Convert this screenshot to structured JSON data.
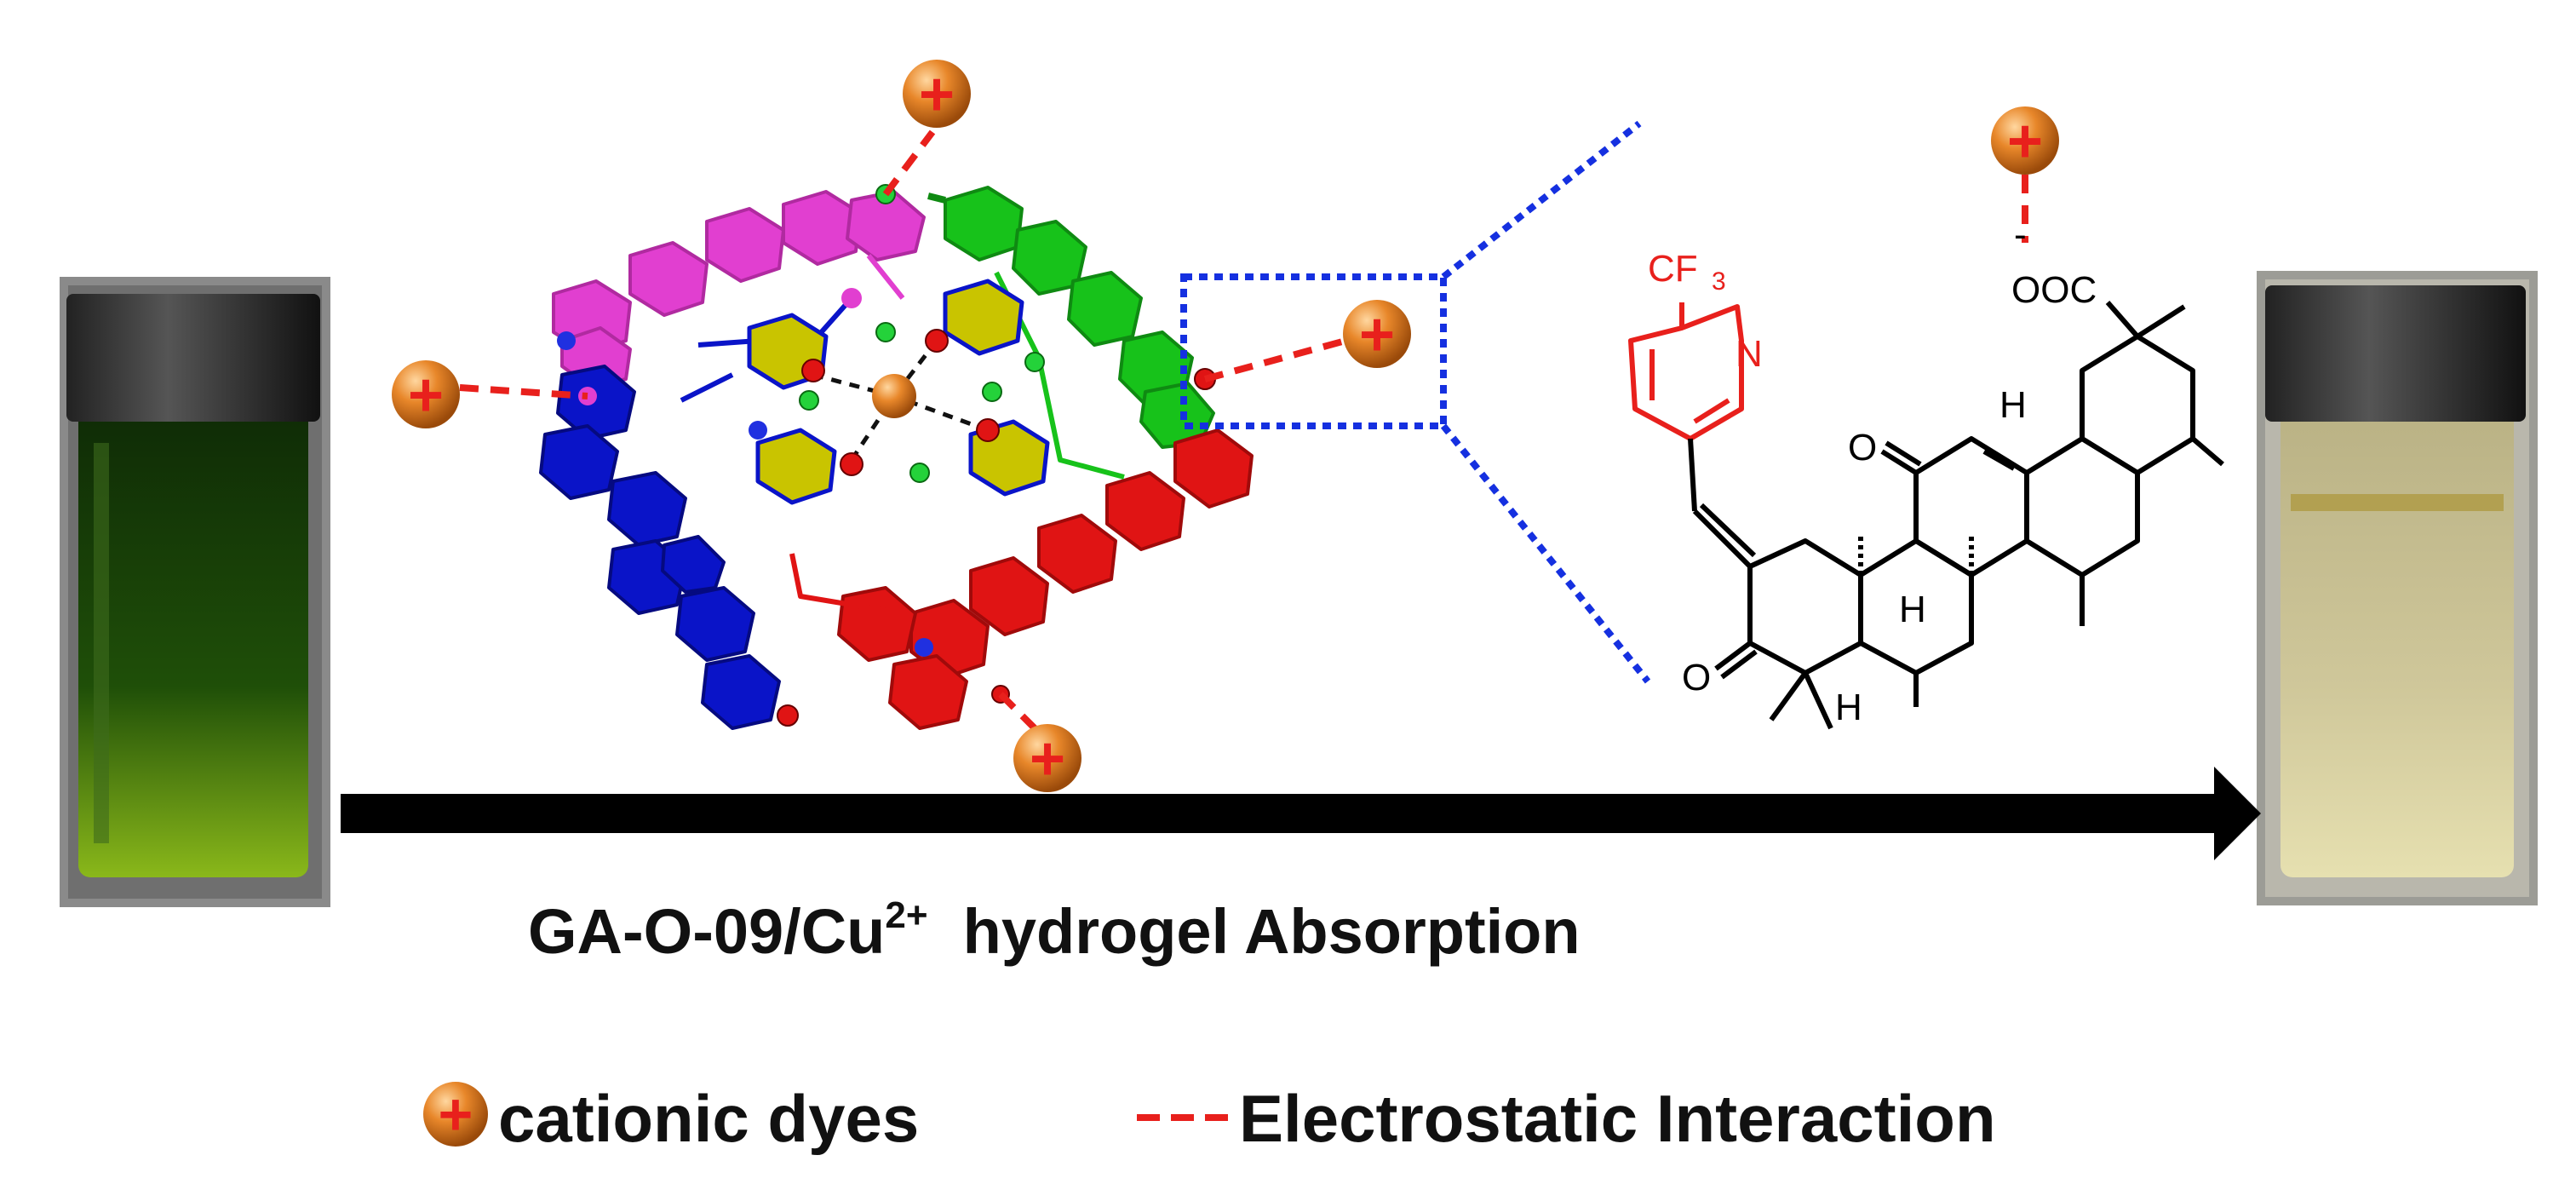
{
  "caption": {
    "prefix": "GA-O-09/Cu",
    "superscript": "2+",
    "suffix": "hydrogel Absorption"
  },
  "legend": {
    "cation_label": "cationic dyes",
    "interaction_label": "Electrostatic Interaction",
    "cation_symbol": "+",
    "interaction_symbol": "---"
  },
  "structure_labels": {
    "cf3": "CF",
    "cf3_sub": "3",
    "nitrogen": "N",
    "carboxylate": "OOC",
    "negative_charge": "-",
    "ketone_o1": "O",
    "ketone_o2": "O",
    "h1": "H",
    "h2": "H",
    "h3": "H"
  },
  "colors": {
    "cation_fill": "#e07a1c",
    "plus": "#e8201c",
    "interaction_line": "#e8201c",
    "zoom_box": "#1530e0",
    "arrow": "#000000",
    "strand_magenta": "#e13fd0",
    "strand_green": "#17c21a",
    "strand_blue": "#0a14c8",
    "strand_red": "#e01414",
    "aryl_yellow": "#c9c400",
    "cu_center": "#e08a30",
    "vial_before_liquid": "#1e4a08",
    "vial_after_liquid": "#c8c08a"
  }
}
